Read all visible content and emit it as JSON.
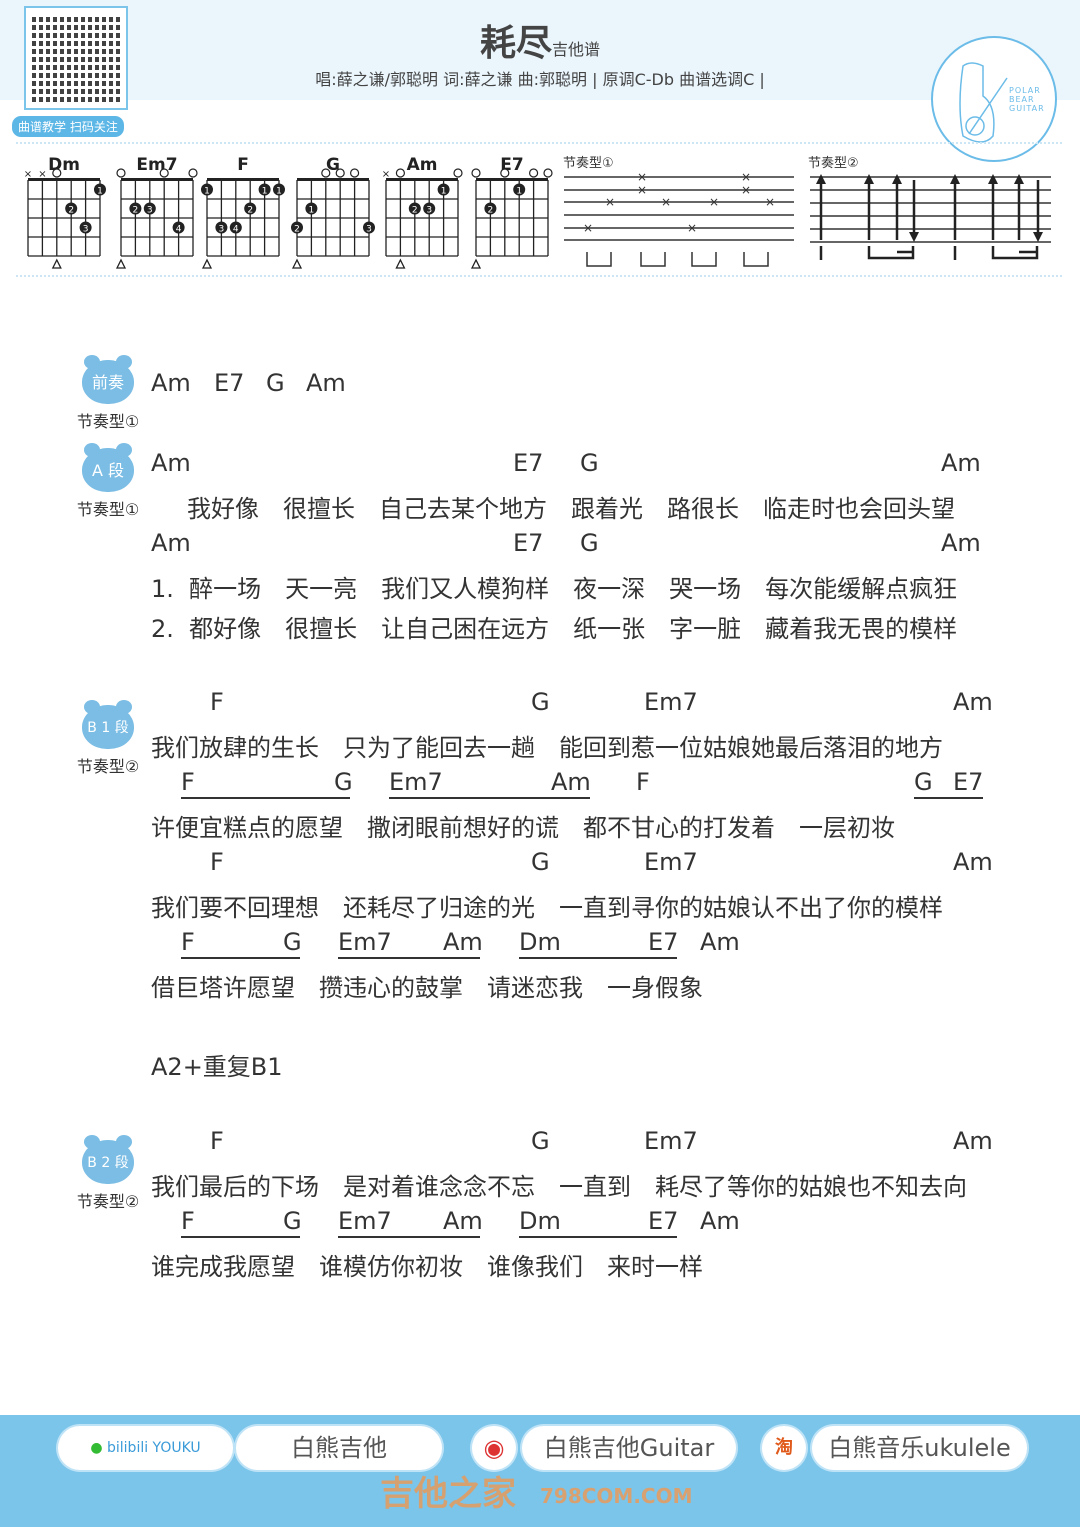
{
  "header": {
    "title": "耗尽",
    "title_suffix": "吉他谱",
    "meta": "唱:薛之谦/郭聪明 词:薛之谦 曲:郭聪明 | 原调C-Db 曲谱选调C |",
    "qr_tag": "曲谱教学 扫码关注",
    "logo_text": "POLAR BEAR GUITAR"
  },
  "chords": [
    {
      "name": "Dm",
      "marks": [
        "x",
        "x",
        "o",
        "",
        "",
        ""
      ],
      "dots": [
        [
          1,
          1,
          "1"
        ],
        [
          2,
          3,
          "2"
        ],
        [
          3,
          2,
          "3"
        ]
      ],
      "root": 4
    },
    {
      "name": "Em7",
      "marks": [
        "o",
        "",
        "",
        "o",
        "",
        "o"
      ],
      "dots": [
        [
          2,
          5,
          "2"
        ],
        [
          2,
          4,
          "3"
        ],
        [
          3,
          2,
          "4"
        ]
      ],
      "root": 6
    },
    {
      "name": "F",
      "marks": [
        "",
        "",
        "",
        "",
        "",
        ""
      ],
      "dots": [
        [
          1,
          6,
          "1"
        ],
        [
          1,
          2,
          "1"
        ],
        [
          1,
          1,
          "1"
        ],
        [
          2,
          3,
          "2"
        ],
        [
          3,
          5,
          "3"
        ],
        [
          3,
          4,
          "4"
        ]
      ],
      "root": 6
    },
    {
      "name": "G",
      "marks": [
        "",
        "",
        "o",
        "o",
        "o",
        ""
      ],
      "dots": [
        [
          2,
          5,
          "1"
        ],
        [
          3,
          6,
          "2"
        ],
        [
          3,
          1,
          "3"
        ]
      ],
      "root": 6
    },
    {
      "name": "Am",
      "marks": [
        "x",
        "o",
        "",
        "",
        "",
        "o"
      ],
      "dots": [
        [
          1,
          2,
          "1"
        ],
        [
          2,
          4,
          "2"
        ],
        [
          2,
          3,
          "3"
        ]
      ],
      "root": 5
    },
    {
      "name": "E7",
      "marks": [
        "o",
        "",
        "o",
        "",
        "o",
        "o"
      ],
      "dots": [
        [
          1,
          3,
          "1"
        ],
        [
          2,
          5,
          "2"
        ]
      ],
      "root": 6
    }
  ],
  "rhythm": {
    "p1": "节奏型①",
    "p2": "节奏型②"
  },
  "sections": [
    {
      "tag": "前奏",
      "rhythm": "节奏型①"
    },
    {
      "tag": "A 段",
      "rhythm": "节奏型①"
    },
    {
      "tag": "B 1 段",
      "rhythm": "节奏型②"
    },
    {
      "tag": "B 2 段",
      "rhythm": "节奏型②"
    }
  ],
  "lines": {
    "c1": [
      "Am",
      "E7",
      "G",
      "Am"
    ],
    "c2": [
      "Am",
      "E7",
      "G",
      "Am"
    ],
    "l2": "我好像　很擅长　自己去某个地方　跟着光　路很长　临走时也会回头望",
    "c3": [
      "Am",
      "E7",
      "G",
      "Am"
    ],
    "l3a": "1.  醉一场　天一亮　我们又人模狗样　夜一深　哭一场　每次能缓解点疯狂",
    "l3b": "2.  都好像　很擅长　让自己困在远方　纸一张　字一脏　藏着我无畏的模样",
    "c4": [
      "F",
      "G",
      "Em7",
      "Am"
    ],
    "l4": "我们放肆的生长　只为了能回去一趟　能回到惹一位姑娘她最后落泪的地方",
    "c5": [
      "F",
      "G",
      "Em7",
      "Am",
      "F",
      "G",
      "E7"
    ],
    "l5": "许便宜糕点的愿望　撒闭眼前想好的谎　都不甘心的打发着　一层初妆",
    "c6": [
      "F",
      "G",
      "Em7",
      "Am"
    ],
    "l6": "我们要不回理想　还耗尽了归途的光　一直到寻你的姑娘认不出了你的模样",
    "c7": [
      "F",
      "G",
      "Em7",
      "Am",
      "Dm",
      "E7",
      "Am"
    ],
    "l7": "借巨塔许愿望　攒违心的鼓掌　请迷恋我　一身假象",
    "repeat": "A2+重复B1",
    "c8": [
      "F",
      "G",
      "Em7",
      "Am"
    ],
    "l8": "我们最后的下场　是对着谁念念不忘　一直到　耗尽了等你的姑娘也不知去向",
    "c9": [
      "F",
      "G",
      "Em7",
      "Am",
      "Dm",
      "E7",
      "Am"
    ],
    "l9": "谁完成我愿望　谁模仿你初妆　谁像我们　来时一样"
  },
  "footer": {
    "brands": "bilibili YOUKU",
    "p1": "白熊吉他",
    "p2": "白熊吉他Guitar",
    "p3": "白熊音乐ukulele",
    "taobao_icon": "淘",
    "watermark": "吉他之家",
    "watermark_url": "798COM.COM"
  }
}
